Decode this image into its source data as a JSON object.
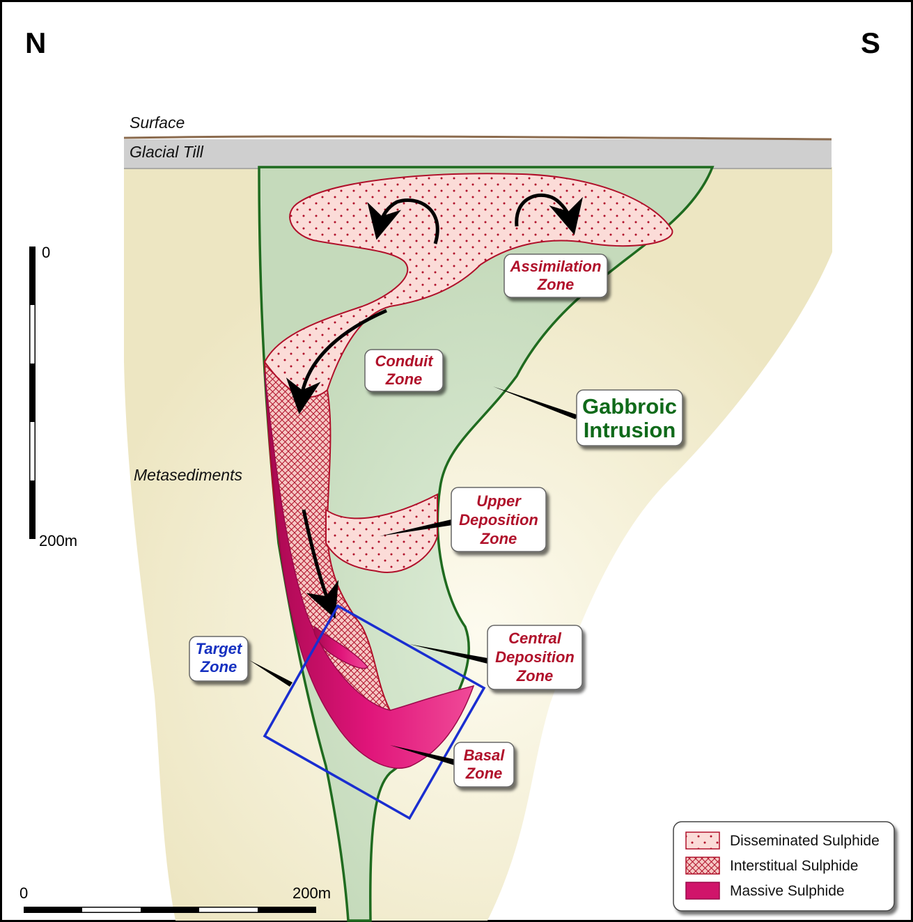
{
  "compass": {
    "north": "N",
    "south": "S"
  },
  "layers": {
    "surface": "Surface",
    "till": "Glacial Till",
    "host_rock": "Metasediments"
  },
  "zones": {
    "assimilation": [
      "Assimilation",
      "Zone"
    ],
    "conduit": [
      "Conduit",
      "Zone"
    ],
    "gabbroic": [
      "Gabbroic",
      "Intrusion"
    ],
    "upper_deposition": [
      "Upper",
      "Deposition",
      "Zone"
    ],
    "central_deposition": [
      "Central",
      "Deposition",
      "Zone"
    ],
    "basal": [
      "Basal",
      "Zone"
    ],
    "target": [
      "Target",
      "Zone"
    ]
  },
  "scale_vertical": {
    "top": "0",
    "bottom": "200m"
  },
  "scale_horizontal": {
    "left": "0",
    "right": "200m"
  },
  "legend": [
    {
      "label": "Disseminated Sulphide",
      "pattern": "dots"
    },
    {
      "label": "Interstitual Sulphide",
      "pattern": "crosshatch"
    },
    {
      "label": "Massive Sulphide",
      "pattern": "solid"
    }
  ],
  "colors": {
    "host_rock": "#efe9c6",
    "intrusion": "#c8dcbe",
    "intrusion_edge": "#1f6b1f",
    "disseminated": "#fbdcd8",
    "sulphide_red": "#b0102a",
    "massive": "#d0146a",
    "target_box": "#1a2ed0",
    "till": "#cfcfcf",
    "surface_line": "#8b6b4e"
  }
}
